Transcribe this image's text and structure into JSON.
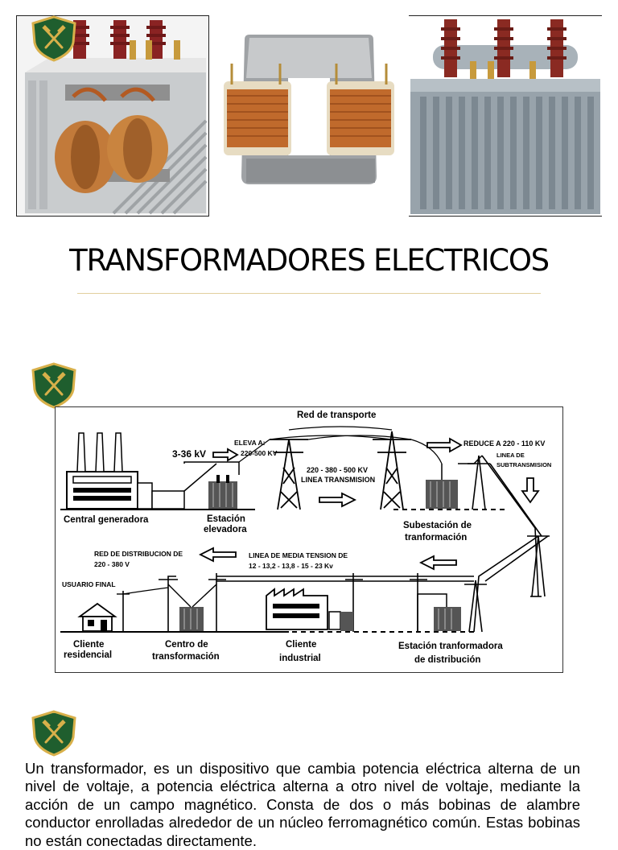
{
  "page": {
    "title": "TRANSFORMADORES ELECTRICOS",
    "paragraph": "Un transformador, es un dispositivo que cambia potencia eléctrica alterna de un nivel de voltaje, a potencia eléctrica alterna a otro nivel de voltaje, mediante la acción de un campo magnético.  Consta de dos o más bobinas de alambre conductor enrolladas alrededor de un núcleo ferromagnético común.  Estas bobinas no están conectadas directamente."
  },
  "icons": [
    "crest-logo-icon",
    "right-arrow-icon",
    "left-arrow-icon",
    "down-arrow-icon"
  ],
  "colors": {
    "crest_green": "#1f5e2e",
    "crest_gold": "#d8b04a",
    "copper": "#c2682a",
    "rule_gold": "#e2cf9e"
  },
  "diagram": {
    "red_transporte": "Red de transporte",
    "kv_gen": "3-36 kV",
    "eleva_1": "ELEVA A:",
    "eleva_2": "220-500 KV",
    "linea_tx_1": "220 - 380 - 500 KV",
    "linea_tx_2": "LINEA TRANSMISION",
    "reduce": "REDUCE A 220 - 110 KV",
    "subtx_1": "LINEA DE",
    "subtx_2": "SUBTRANSMISION",
    "central": "Central generadora",
    "estacion_1": "Estación",
    "estacion_2": "elevadora",
    "subestacion_1": "Subestación de",
    "subestacion_2": "tranformación",
    "red_dist_1": "RED DE DISTRIBUCION DE",
    "red_dist_2": "220 - 380 V",
    "media_1": "LINEA DE MEDIA TENSION DE",
    "media_2": "12 - 13,2 - 13,8 - 15 - 23 Kv",
    "usuario": "USUARIO FINAL",
    "cliente_res_1": "Cliente",
    "cliente_res_2": "residencial",
    "centro_1": "Centro de",
    "centro_2": "transformación",
    "cliente_ind_1": "Cliente",
    "cliente_ind_2": "industrial",
    "estacion_dist_1": "Estación tranformadora",
    "estacion_dist_2": "de distribución"
  }
}
